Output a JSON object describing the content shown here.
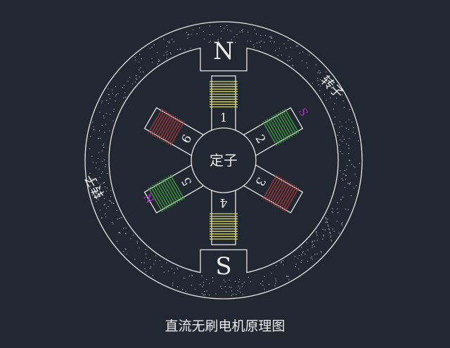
{
  "diagram": {
    "caption": "直流无刷电机原理图",
    "stator_label": "定子",
    "rotor_label_right": "转子",
    "rotor_label_left": "转子",
    "magnet_top": "N",
    "magnet_bottom": "S",
    "poles": [
      {
        "number": "1",
        "coil_color": "#d8d86a"
      },
      {
        "number": "2",
        "coil_color": "#3fa03f"
      },
      {
        "number": "3",
        "coil_color": "#a83a3a"
      },
      {
        "number": "4",
        "coil_color": "#d8d86a"
      },
      {
        "number": "5",
        "coil_color": "#3fa03f"
      },
      {
        "number": "6",
        "coil_color": "#a83a3a"
      }
    ],
    "pole_2_polarity": "S",
    "pole_5_polarity": "N",
    "polarity_color": "#b030c8",
    "background": "#222831"
  }
}
